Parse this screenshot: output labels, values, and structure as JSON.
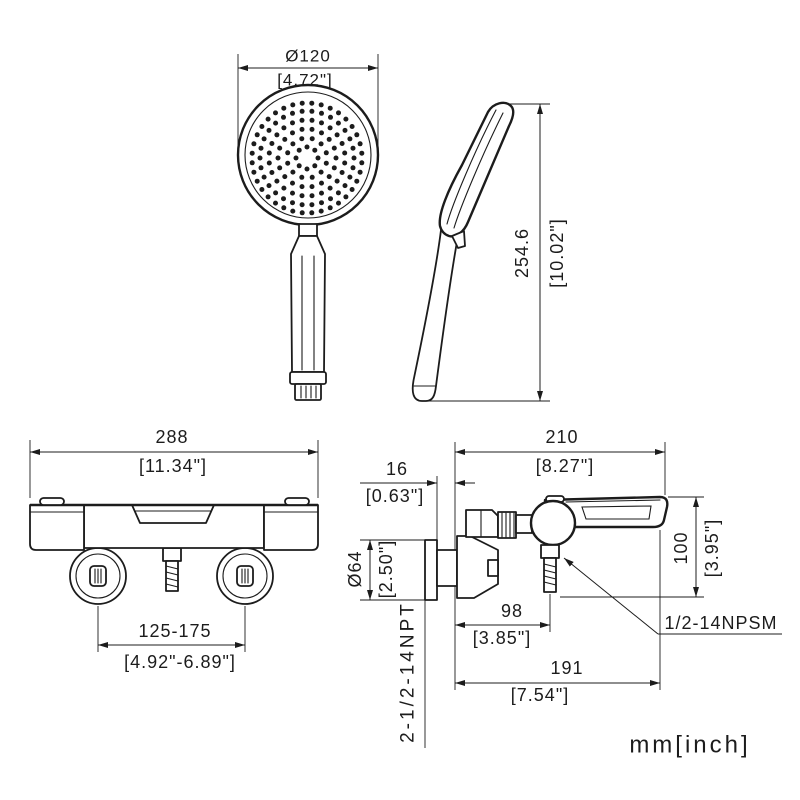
{
  "drawing": {
    "units_label": "mm[inch]",
    "colors": {
      "line": "#1c1c1c",
      "background": "#ffffff"
    }
  },
  "hand_shower_front": {
    "diameter_mm": "Ø120",
    "diameter_in": "[4.72\"]"
  },
  "hand_shower_side": {
    "length_mm": "254.6",
    "length_in": "[10.02\"]"
  },
  "mixer_front": {
    "overall_width_mm": "288",
    "overall_width_in": "[11.34\"]",
    "inlet_centers_mm": "125-175",
    "inlet_centers_in": "[4.92\"-6.89\"]"
  },
  "mixer_side": {
    "overall_depth_mm": "210",
    "overall_depth_in": "[8.27\"]",
    "flange_depth_mm": "16",
    "flange_depth_in": "[0.63\"]",
    "flange_diameter_mm": "Ø64",
    "flange_diameter_in": "[2.50\"]",
    "height_mm": "100",
    "height_in": "[3.95\"]",
    "outlet_offset_mm": "98",
    "outlet_offset_in": "[3.85\"]",
    "body_depth_mm": "191",
    "body_depth_in": "[7.54\"]",
    "inlet_thread": "2-1/2-14NPT",
    "outlet_thread": "1/2-14NPSM"
  }
}
